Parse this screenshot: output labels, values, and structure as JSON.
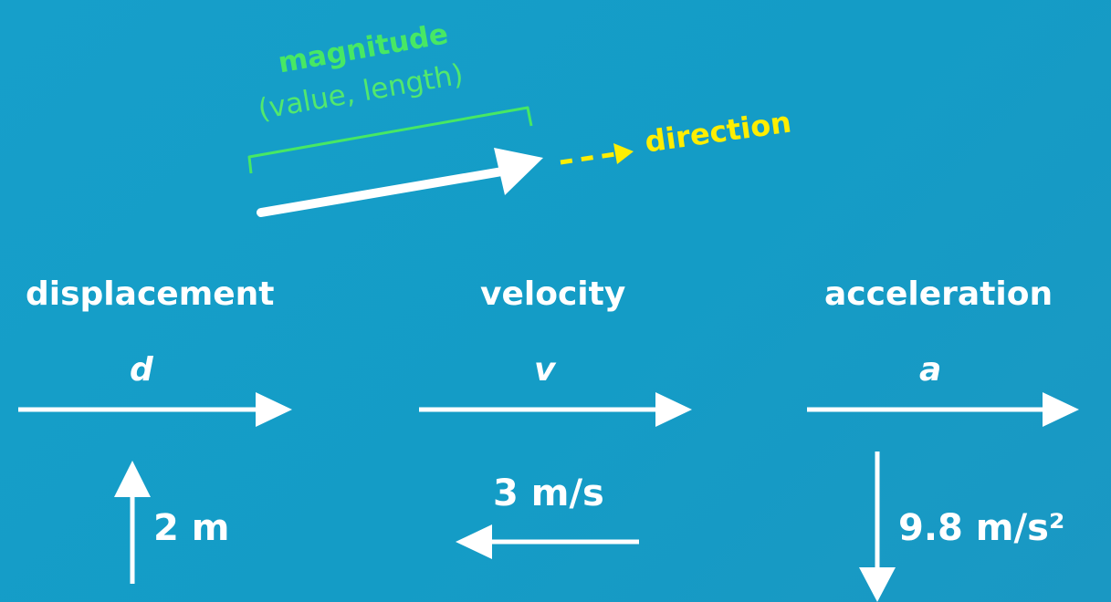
{
  "annotations": {
    "magnitude_title": "magnitude",
    "magnitude_subtitle": "(value, length)",
    "direction_label": "direction"
  },
  "quantities": [
    {
      "name": "displacement",
      "symbol": "d",
      "example": "2 m",
      "example_direction": "up"
    },
    {
      "name": "velocity",
      "symbol": "v",
      "example": "3 m/s",
      "example_direction": "left"
    },
    {
      "name": "acceleration",
      "symbol": "a",
      "example": "9.8 m/s²",
      "example_direction": "down"
    }
  ],
  "colors": {
    "background": "#169fca",
    "arrow": "#ffffff",
    "magnitude": "#47e864",
    "direction": "#ffee00"
  }
}
